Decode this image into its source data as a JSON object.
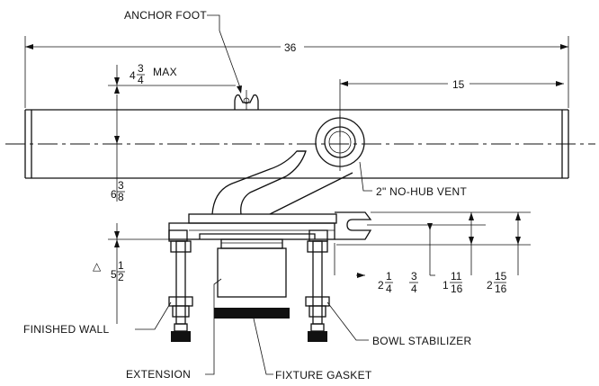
{
  "labels": {
    "anchor_foot": "ANCHOR FOOT",
    "no_hub_vent": "2\" NO-HUB VENT",
    "finished_wall": "FINISHED WALL",
    "bowl_stabilizer": "BOWL STABILIZER",
    "extension": "EXTENSION",
    "fixture_gasket": "FIXTURE GASKET",
    "max": "MAX",
    "triangle": "△"
  },
  "dimensions": {
    "overall_length": "36",
    "vent_offset": "15",
    "anchor_height": {
      "whole": "4",
      "num": "3",
      "den": "4"
    },
    "upper_height": {
      "whole": "6",
      "num": "3",
      "den": "8"
    },
    "lower_height": {
      "whole": "5",
      "num": "1",
      "den": "2"
    },
    "d1": {
      "whole": "2",
      "num": "1",
      "den": "4"
    },
    "d2": {
      "whole": "",
      "num": "3",
      "den": "4"
    },
    "d3": {
      "whole": "1",
      "num": "11",
      "den": "16"
    },
    "d4": {
      "whole": "2",
      "num": "15",
      "den": "16"
    }
  }
}
